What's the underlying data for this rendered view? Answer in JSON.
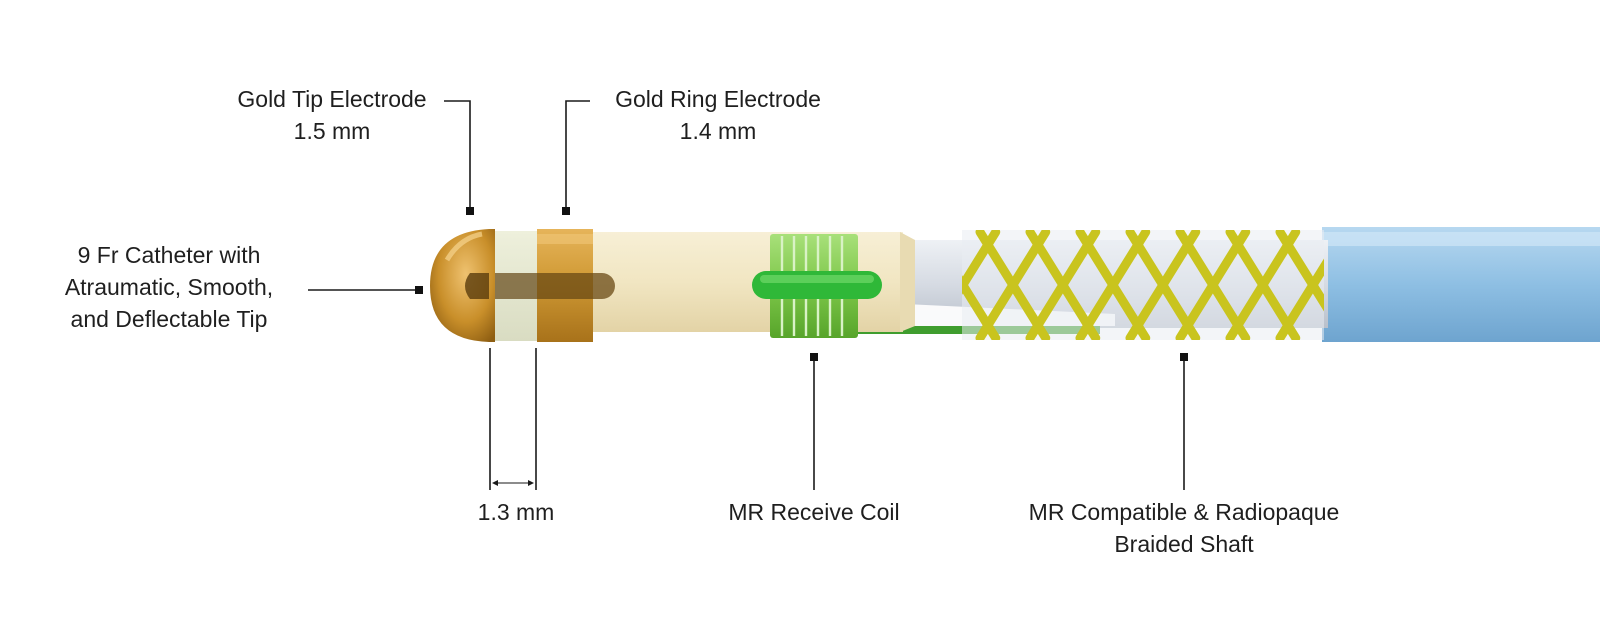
{
  "labels": {
    "gold_tip": {
      "title": "Gold Tip Electrode",
      "size": "1.5 mm"
    },
    "gold_ring": {
      "title": "Gold Ring Electrode",
      "size": "1.4 mm"
    },
    "catheter": {
      "line1": "9 Fr Catheter with",
      "line2": "Atraumatic, Smooth,",
      "line3": "and Deflectable Tip"
    },
    "spacing": {
      "size": "1.3 mm"
    },
    "coil": {
      "title": "MR Receive Coil"
    },
    "shaft": {
      "line1": "MR Compatible & Radiopaque",
      "line2": "Braided Shaft"
    }
  },
  "colors": {
    "gold": "#c98f2a",
    "cream": "#f1e6c2",
    "coil_green": "#7ec74a",
    "braid_yellow": "#c9c41e",
    "shaft_blue": "#8ebfe3",
    "inner_grey": "#d6dbe3"
  }
}
